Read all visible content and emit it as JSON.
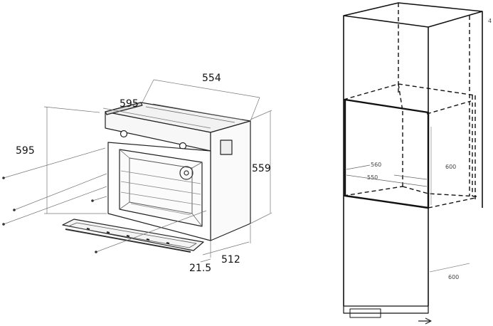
{
  "oven": {
    "labels": {
      "top_depth": "554",
      "front_width": "595",
      "height_left": "595",
      "right_height": "559",
      "door_offset": "21.5",
      "bottom_depth": "512"
    }
  },
  "cabinet": {
    "labels": {
      "opening_560": "560",
      "opening_550": "550",
      "cavity_height": "600",
      "base_depth": "600",
      "top_right_fragment": "4"
    }
  }
}
